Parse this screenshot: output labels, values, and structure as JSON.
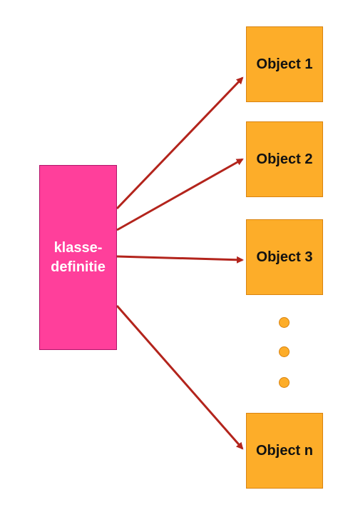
{
  "diagram": {
    "class_box": {
      "label_line1": "klasse-",
      "label_line2": "definitie"
    },
    "objects": [
      {
        "label": "Object 1"
      },
      {
        "label": "Object 2"
      },
      {
        "label": "Object 3"
      },
      {
        "label": "Object n"
      }
    ],
    "ellipsis_dots": 3,
    "colors": {
      "class_fill": "#ff3f9b",
      "object_fill": "#fdad29",
      "arrow": "#b3241c"
    }
  }
}
